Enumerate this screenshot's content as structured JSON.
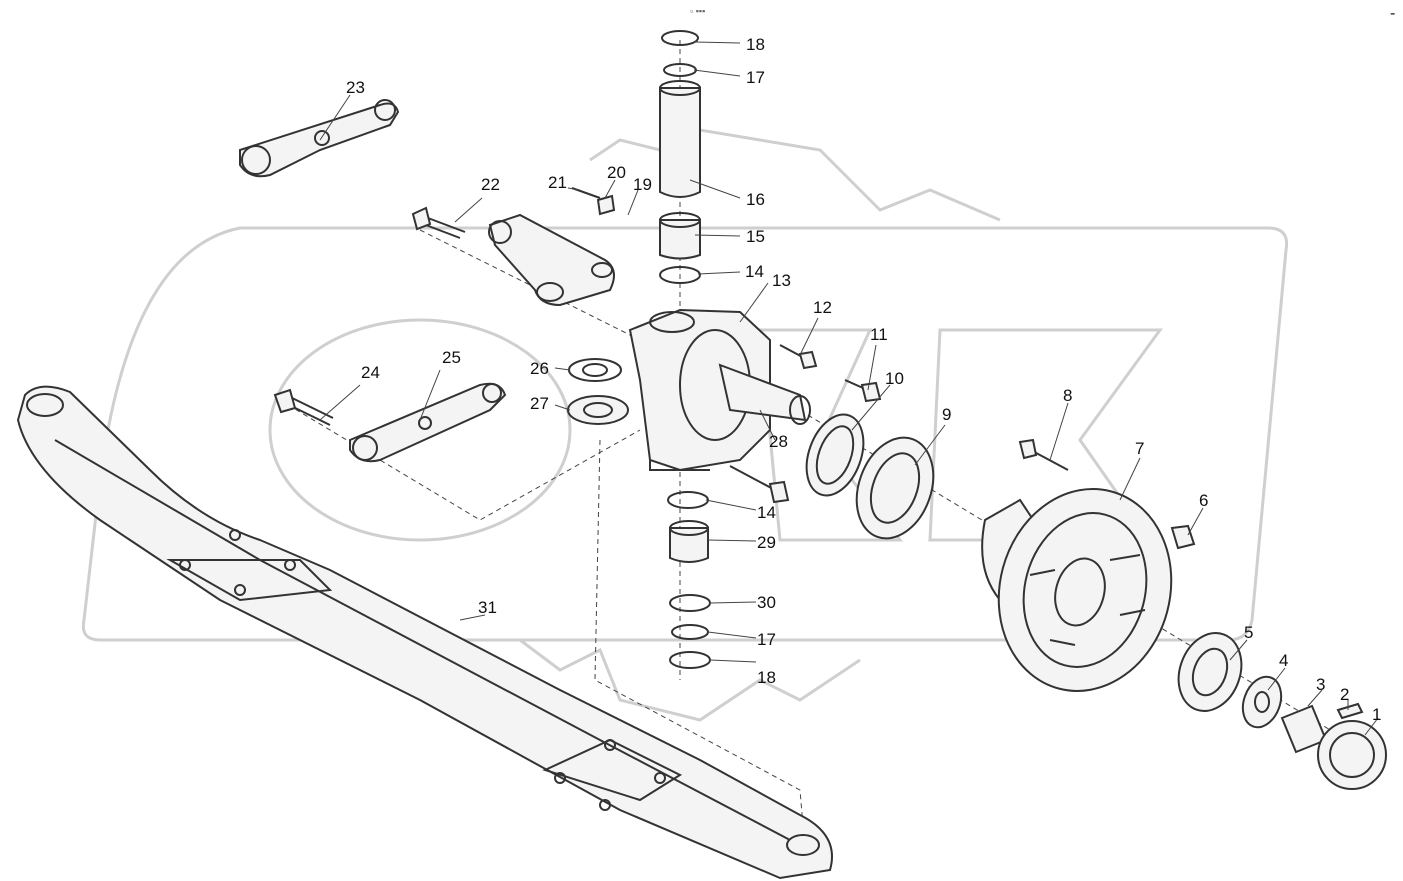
{
  "diagram": {
    "corner_mark": "-",
    "header_mark": "▫ ▪▪▪",
    "callouts": {
      "c1": "1",
      "c2": "2",
      "c3": "3",
      "c4": "4",
      "c5": "5",
      "c6": "6",
      "c7": "7",
      "c8": "8",
      "c9": "9",
      "c10": "10",
      "c11": "11",
      "c12": "12",
      "c13": "13",
      "c14a": "14",
      "c14b": "14",
      "c15": "15",
      "c16": "16",
      "c17a": "17",
      "c17b": "17",
      "c18a": "18",
      "c18b": "18",
      "c19": "19",
      "c20": "20",
      "c21": "21",
      "c22": "22",
      "c23": "23",
      "c24": "24",
      "c25": "25",
      "c26": "26",
      "c27": "27",
      "c28": "28",
      "c29": "29",
      "c30": "30",
      "c31": "31"
    }
  }
}
